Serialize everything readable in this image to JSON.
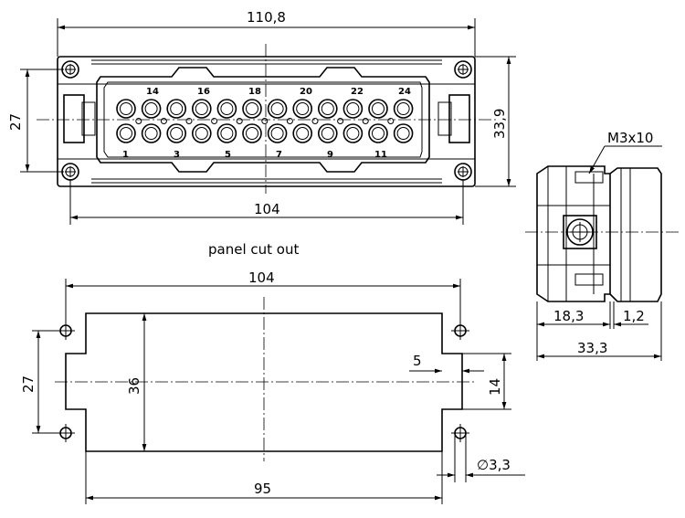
{
  "front_view": {
    "dim_width_overall": "110,8",
    "dim_height_inner": "27",
    "dim_height_overall": "33,9",
    "dim_width_base": "104",
    "pins_top_labels": [
      "14",
      "16",
      "18",
      "20",
      "22",
      "24"
    ],
    "pins_bottom_labels": [
      "1",
      "3",
      "5",
      "7",
      "9",
      "11"
    ]
  },
  "side_view": {
    "screw_label": "M3x10",
    "dim_a": "18,3",
    "dim_b": "1,2",
    "dim_total": "33,3"
  },
  "panel_cutout": {
    "title": "panel cut out",
    "dim_width_holes": "104",
    "dim_height_holes": "27",
    "dim_height_cut": "36",
    "dim_notch_depth": "5",
    "dim_notch_height": "14",
    "dim_hole_diameter": "∅3,3",
    "dim_width_cut": "95"
  }
}
